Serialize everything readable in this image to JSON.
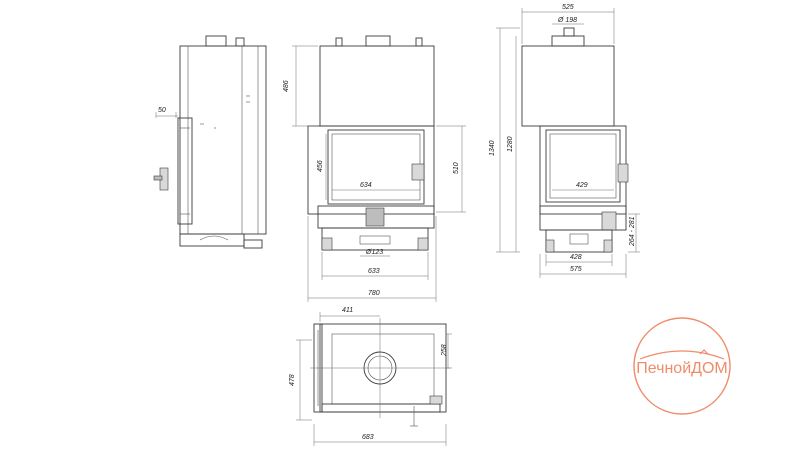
{
  "dimensions": {
    "side_depth": "50",
    "front_top": "486",
    "front_glass_h": "456",
    "front_glass_w": "634",
    "front_door_h": "510",
    "front_flue": "Ø123",
    "front_base": "633",
    "front_total": "780",
    "right_top": "525",
    "right_flue": "Ø 198",
    "right_h1340": "1340",
    "right_h1280": "1280",
    "right_glass_w": "429",
    "right_base": "428",
    "right_total": "575",
    "right_range": "264 - 281",
    "plan_411": "411",
    "plan_258": "258",
    "plan_478": "478",
    "plan_683": "683"
  },
  "logo": {
    "text": "ПечнойДОМ",
    "accent": "#f08c6a"
  }
}
